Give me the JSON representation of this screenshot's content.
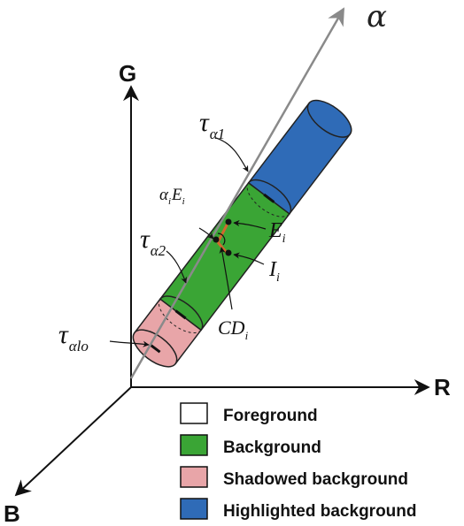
{
  "axes": {
    "g": "G",
    "r": "R",
    "b": "B",
    "alpha": "α"
  },
  "labels": {
    "tau_alpha1": {
      "base": "τ",
      "sub": "α1"
    },
    "tau_alpha2": {
      "base": "τ",
      "sub": "α2"
    },
    "tau_alphalo": {
      "base": "τ",
      "sub": "αlo"
    },
    "alpha_e": {
      "a": "α",
      "a_sub": "i",
      "e": "E",
      "e_sub": "i"
    },
    "e_i": {
      "base": "E",
      "sub": "i"
    },
    "i_i": {
      "base": "I",
      "sub": "i"
    },
    "cd_i": {
      "base": "CD",
      "sub": "i"
    }
  },
  "legend": [
    {
      "label": "Foreground",
      "color": "#ffffff"
    },
    {
      "label": "Background",
      "color": "#3aa535"
    },
    {
      "label": "Shadowed background",
      "color": "#e8a5a8"
    },
    {
      "label": "Highlighted background",
      "color": "#2f6bb7"
    }
  ],
  "colors": {
    "highlighted": "#2f6bb7",
    "background": "#3aa535",
    "shadowed": "#e8a5a8",
    "alpha_axis": "#8a8a8a",
    "distance": "#d2682e"
  }
}
